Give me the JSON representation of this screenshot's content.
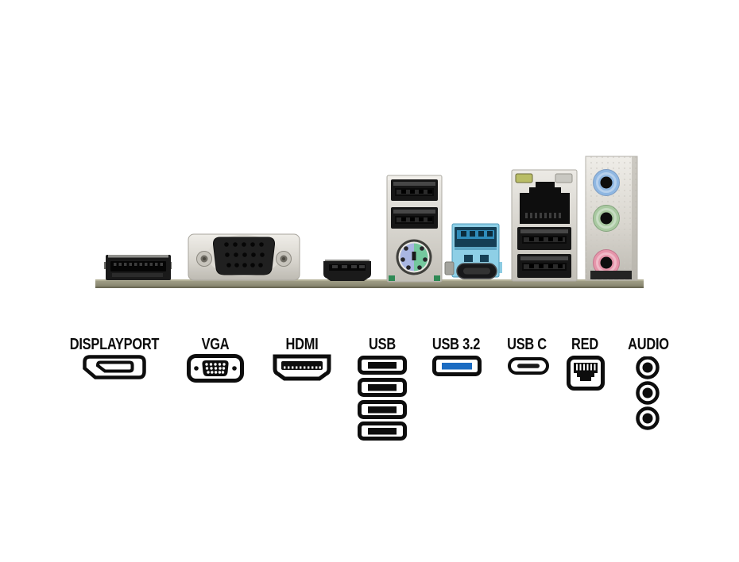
{
  "legend": {
    "items": [
      {
        "id": "displayport",
        "label": "DISPLAYPORT"
      },
      {
        "id": "vga",
        "label": "VGA"
      },
      {
        "id": "hdmi",
        "label": "HDMI"
      },
      {
        "id": "usb",
        "label": "USB"
      },
      {
        "id": "usb32",
        "label": "USB 3.2"
      },
      {
        "id": "usbc",
        "label": "USB C"
      },
      {
        "id": "red",
        "label": "RED"
      },
      {
        "id": "audio",
        "label": "AUDIO"
      }
    ],
    "usb_icon_count": 4,
    "audio_jack_count": 3
  },
  "colors": {
    "legend_usb32_blue": "#1b6cc2",
    "pcb_strip": "#93917a",
    "ps2_purple": "#a9b6e2",
    "ps2_green": "#74c89e",
    "usb3_body_blue": "#8ecfe6",
    "usb3_tongue_blue": "#2f8cba",
    "lan_led_green": "#b9bd66",
    "audio_blue": "#8fb7e2",
    "audio_green": "#a9c9a1",
    "audio_pink": "#e695aa"
  }
}
